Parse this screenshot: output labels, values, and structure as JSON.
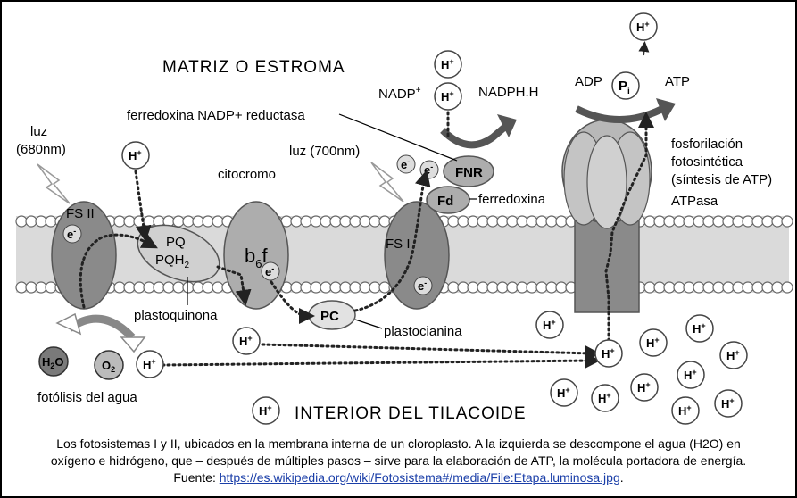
{
  "regions": {
    "stroma": "MATRIZ O ESTROMA",
    "lumen": "INTERIOR DEL TILACOIDE"
  },
  "light": {
    "left": "luz",
    "left_wavelength": "(680nm)",
    "right": "luz (700nm)"
  },
  "complexes": {
    "fs2": "FS II",
    "fs1": "FS I",
    "pq": "PQ",
    "pqh2": "PQH",
    "pqh2_sub": "2",
    "b6f": "b",
    "b6f_sub": "6",
    "b6f_f": "f",
    "pc": "PC",
    "fnr": "FNR",
    "fd": "Fd",
    "electron": "e",
    "electron_sup": "-",
    "h2o": "H",
    "h2o_sub": "2",
    "h2o_o": "O",
    "o2": "O",
    "o2_sub": "2",
    "proton": "H",
    "proton_sup": "+",
    "pi": "P",
    "pi_sub": "i",
    "nadp": "NADP",
    "nadp_sup": "+",
    "nadph": "NADPH.H",
    "adp": "ADP",
    "atp": "ATP"
  },
  "labels": {
    "fnr_name": "ferredoxina NADP+ reductasa",
    "cytochrome": "citocromo",
    "plastoquinone": "plastoquinona",
    "plastocyanin": "plastocianina",
    "ferredoxin": "ferredoxina",
    "photolysis": "fotólisis del agua",
    "phosphorylation_1": "fosforilación",
    "phosphorylation_2": "fotosintética",
    "phosphorylation_3": "(síntesis de ATP)",
    "atpase": "ATPasa"
  },
  "caption": {
    "line1": "Los fotosistemas I y II, ubicados en la membrana interna de un cloroplasto. A la izquierda se descompone el agua (H2O) en",
    "line2": "oxígeno e hidrógeno, que – después de múltiples pasos – sirve para la elaboración de ATP, la molécula portadora de energía.",
    "source_prefix": "Fuente: ",
    "source_link": "https://es.wikipedia.org/wiki/Fotosistema#/media/File:Etapa.luminosa.jpg",
    "source_suffix": "."
  },
  "colors": {
    "membrane_fill": "#dadada",
    "lipid_head": "#ffffff",
    "complex_dark": "#8a8a8a",
    "complex_medium": "#adadad",
    "complex_light": "#d0d0d0",
    "link": "#1a3ea8"
  }
}
